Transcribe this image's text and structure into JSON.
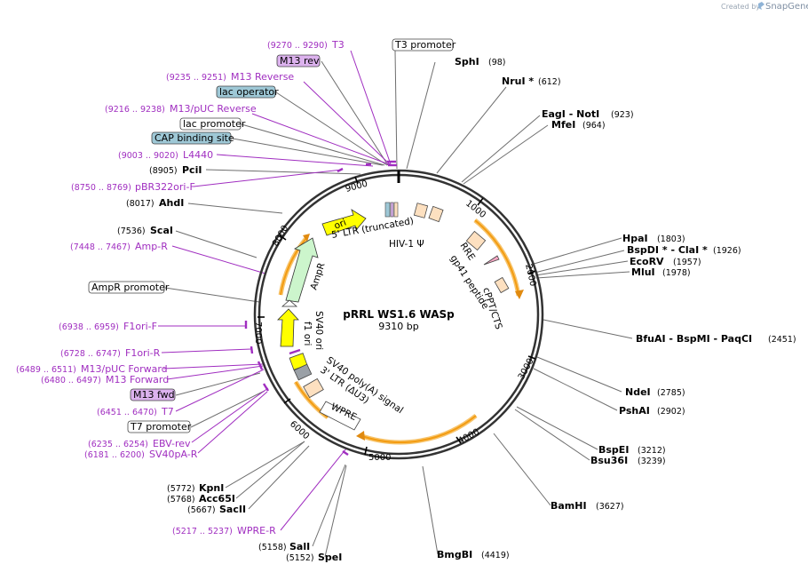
{
  "branding": {
    "created_by": "Created by",
    "product": "SnapGene"
  },
  "plasmid": {
    "name": "pRRL WS1.6 WASp",
    "length": "9310 bp"
  },
  "ticks": [
    "1000",
    "2000",
    "3000",
    "4000",
    "5000",
    "6000",
    "7000",
    "8000",
    "9000"
  ],
  "enzymes": [
    {
      "name": "SphI",
      "pos": "(98)"
    },
    {
      "name": "NruI *",
      "pos": "(612)"
    },
    {
      "name": "EagI - NotI",
      "pos": "(923)"
    },
    {
      "name": "MfeI",
      "pos": "(964)"
    },
    {
      "name": "HpaI",
      "pos": "(1803)"
    },
    {
      "name": "BspDI * - ClaI *",
      "pos": "(1926)"
    },
    {
      "name": "EcoRV",
      "pos": "(1957)"
    },
    {
      "name": "MluI",
      "pos": "(1978)"
    },
    {
      "name": "BfuAI - BspMI - PaqCI",
      "pos": "(2451)"
    },
    {
      "name": "NdeI",
      "pos": "(2785)"
    },
    {
      "name": "PshAI",
      "pos": "(2902)"
    },
    {
      "name": "BspEI",
      "pos": "(3212)"
    },
    {
      "name": "Bsu36I",
      "pos": "(3239)"
    },
    {
      "name": "BamHI",
      "pos": "(3627)"
    },
    {
      "name": "BmgBI",
      "pos": "(4419)"
    },
    {
      "name": "SalI",
      "pos": "(5158)"
    },
    {
      "name": "SpeI",
      "pos": "(5152)"
    },
    {
      "name": "KpnI",
      "pos": "(5772)"
    },
    {
      "name": "Acc65I",
      "pos": "(5768)"
    },
    {
      "name": "SacII",
      "pos": "(5667)"
    },
    {
      "name": "ScaI",
      "pos": "(7536)"
    },
    {
      "name": "AhdI",
      "pos": "(8017)"
    },
    {
      "name": "PciI",
      "pos": "(8905)"
    }
  ],
  "primers": [
    {
      "name": "T3",
      "range": "(9270 .. 9290)"
    },
    {
      "name": "M13 Reverse",
      "range": "(9235 .. 9251)"
    },
    {
      "name": "M13/pUC Reverse",
      "range": "(9216 .. 9238)"
    },
    {
      "name": "L4440",
      "range": "(9003 .. 9020)"
    },
    {
      "name": "pBR322ori-F",
      "range": "(8750 .. 8769)"
    },
    {
      "name": "Amp-R",
      "range": "(7448 .. 7467)"
    },
    {
      "name": "F1ori-F",
      "range": "(6938 .. 6959)"
    },
    {
      "name": "F1ori-R",
      "range": "(6728 .. 6747)"
    },
    {
      "name": "M13/pUC Forward",
      "range": "(6489 .. 6511)"
    },
    {
      "name": "M13 Forward",
      "range": "(6480 .. 6497)"
    },
    {
      "name": "T7",
      "range": "(6451 .. 6470)"
    },
    {
      "name": "EBV-rev",
      "range": "(6235 .. 6254)"
    },
    {
      "name": "SV40pA-R",
      "range": "(6181 .. 6200)"
    },
    {
      "name": "WPRE-R",
      "range": "(5217 .. 5237)"
    }
  ],
  "boxed_labels": [
    {
      "name": "T3 promoter",
      "kind": "promoter"
    },
    {
      "name": "M13 rev",
      "kind": "primer-site"
    },
    {
      "name": "lac operator",
      "kind": "operator"
    },
    {
      "name": "lac promoter",
      "kind": "promoter"
    },
    {
      "name": "CAP binding site",
      "kind": "operator"
    },
    {
      "name": "AmpR promoter",
      "kind": "promoter"
    },
    {
      "name": "M13 fwd",
      "kind": "primer-site"
    },
    {
      "name": "T7 promoter",
      "kind": "promoter"
    }
  ],
  "features": [
    "ori",
    "5' LTR (truncated)",
    "HIV-1 Ψ",
    "RRE",
    "gp41 peptide",
    "cPPT/CTS",
    "AmpR",
    "f1 ori",
    "SV40 ori",
    "SV40 poly(A) signal",
    "3' LTR (ΔU3)",
    "WPRE"
  ],
  "colors": {
    "backbone": "#333333",
    "enzyme_line": "#6e6e6e",
    "primer": "#a02ec0",
    "promoter_box": "#ffffff",
    "operator_box": "#9ec8d6",
    "primer_box": "#dcb2ee",
    "ori": "#ffff00",
    "ampr": "#ccf5cc",
    "lentiviral": "#fde0c0",
    "orange_arc": "#f39c12"
  }
}
